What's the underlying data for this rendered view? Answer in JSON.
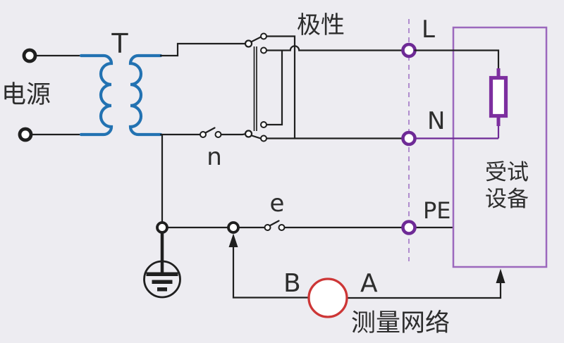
{
  "labels": {
    "power_source": "电源",
    "transformer": "T",
    "polarity": "极性",
    "switch_n": "n",
    "switch_e": "e",
    "terminal_l": "L",
    "terminal_n": "N",
    "terminal_pe": "PE",
    "eut_line1": "受试",
    "eut_line2": "设备",
    "point_b": "B",
    "point_a": "A",
    "measurement_network": "测量网络"
  },
  "colors": {
    "bg": "#edecf1",
    "wire": "#1f1f1f",
    "text": "#2d2d2d",
    "blue": "#2272b2",
    "purple": "#6e2a96",
    "purple-dark": "#7d2f9f",
    "purple-box": "#9c68bd",
    "purple-dash": "#b08cce",
    "red": "#cd3636"
  }
}
